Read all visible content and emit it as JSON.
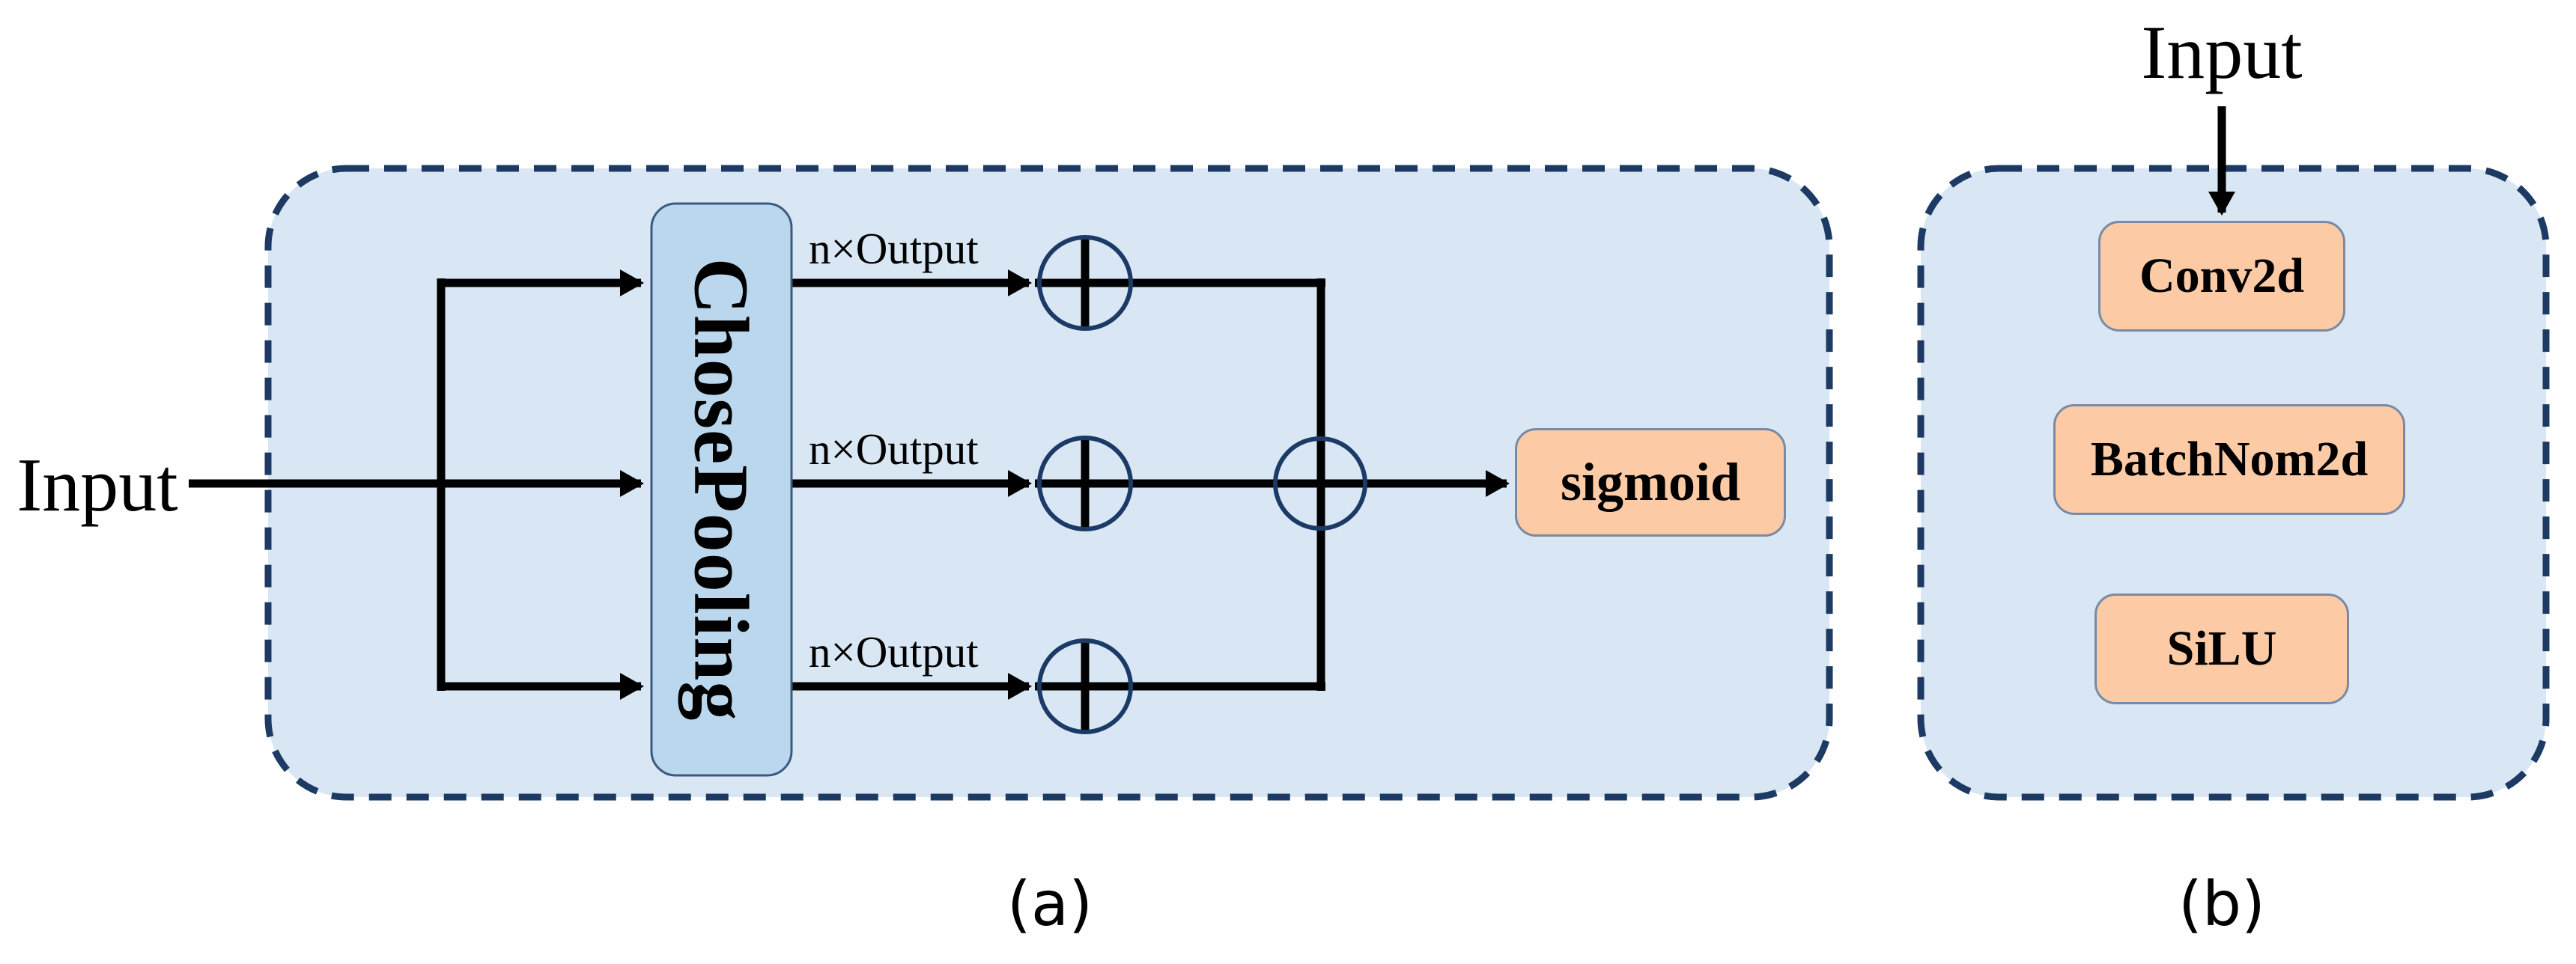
{
  "diagram": {
    "panel_a": {
      "caption": "(a)",
      "input_label": "Input",
      "pooling_label": "ChosePooling",
      "branch_labels": [
        "n×Output",
        "n×Output",
        "n×Output"
      ],
      "activation_label": "sigmoid"
    },
    "panel_b": {
      "caption": "(b)",
      "input_label": "Input",
      "layers": [
        "Conv2d",
        "BatchNom2d",
        "SiLU"
      ]
    },
    "colors": {
      "panel_fill": "#D9E7F4",
      "panel_border": "#1C3A63",
      "pooling_fill": "#BAD7EE",
      "pooling_border": "#3A5A80",
      "layer_fill": "#FCCBA6",
      "layer_border": "#7A89A4",
      "arrow": "#000000",
      "sum_circle": "#1B3A66"
    }
  }
}
